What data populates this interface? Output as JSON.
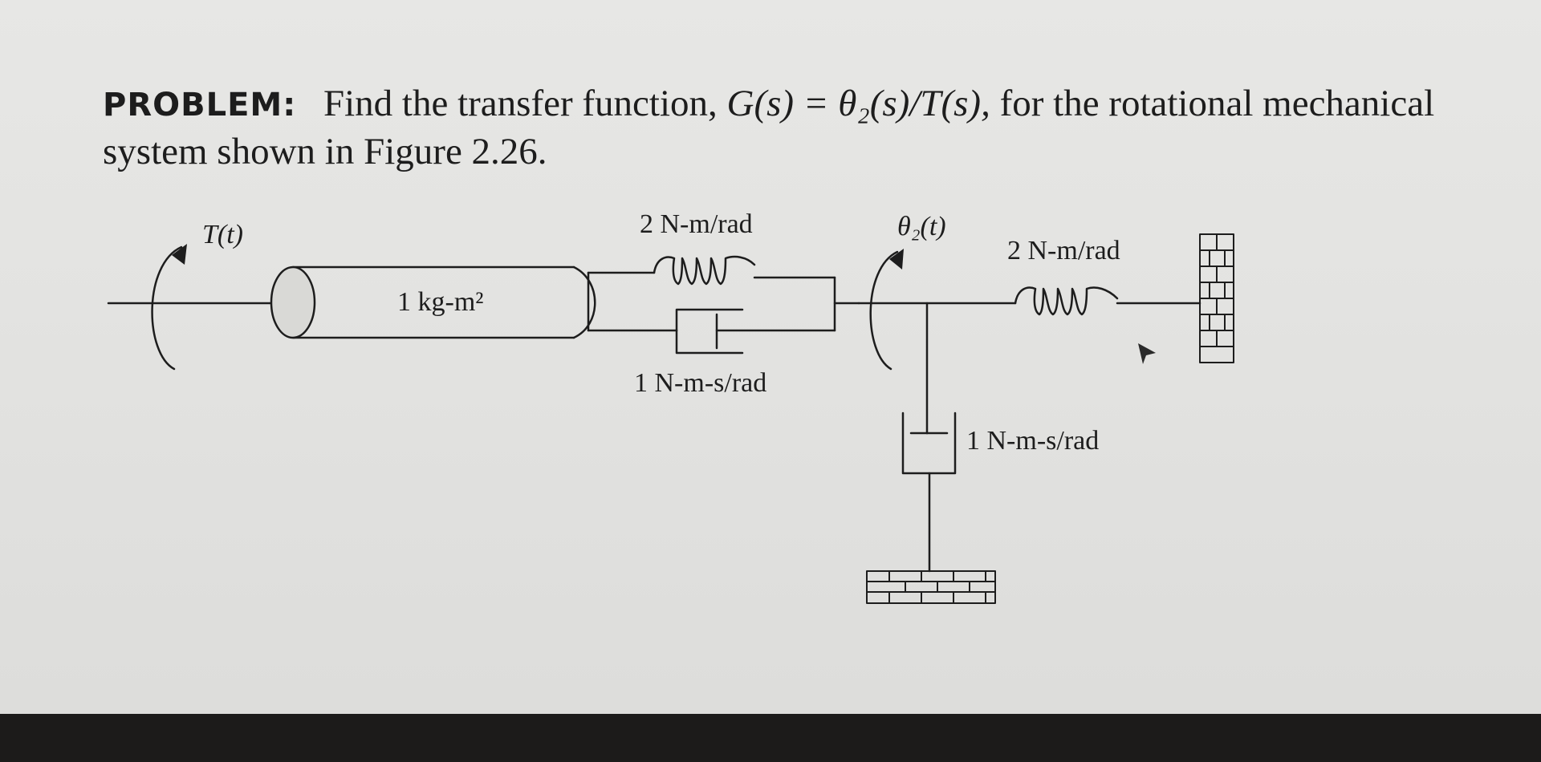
{
  "problem": {
    "lead": "PROBLEM:",
    "text_before": "Find the transfer function,",
    "equation": "G(s) = θ₂(s)/T(s),",
    "text_after": "for the rotational mechanical system shown in Figure 2.26."
  },
  "figure": {
    "torque_label": "T(t)",
    "theta_label": "θ₂(t)",
    "inertia_label": "1 kg-m²",
    "spring1_label": "2 N-m/rad",
    "damper1_label": "1 N-m-s/rad",
    "spring2_label": "2 N-m/rad",
    "damper2_label": "1 N-m-s/rad"
  },
  "colors": {
    "ink": "#1d1d1d",
    "screen_bg": "#e4e4e2",
    "bezel": "#1c1b1a"
  }
}
